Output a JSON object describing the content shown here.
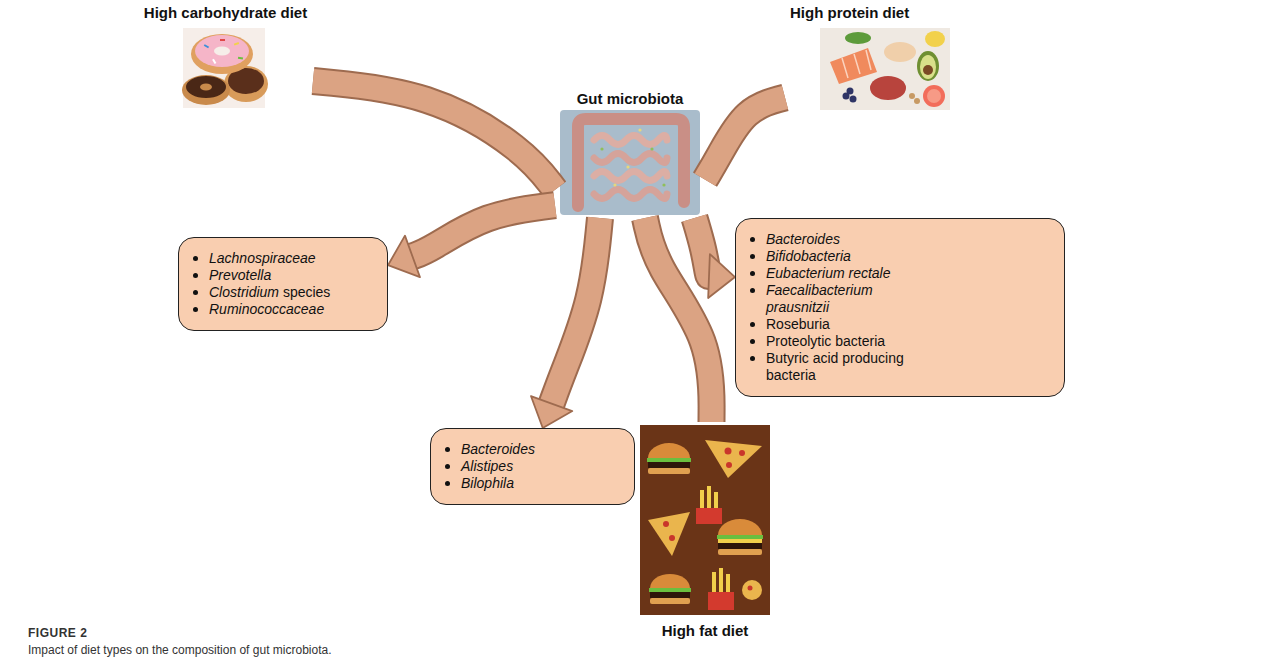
{
  "diagram": {
    "caption": "Impact of diet types on the composition of gut microbiota.",
    "nodes": [
      {
        "text": [
          "High carbohydrate diet"
        ]
      },
      {
        "text": [
          "High protein diet"
        ]
      },
      {
        "text": [
          "Gut microbiota"
        ]
      },
      {
        "text": [
          "Lachnospiraceae",
          "Prevotella",
          "Clostridium species",
          "Ruminococcaceae"
        ]
      },
      {
        "text": [
          "Bacteroides",
          "Bifidobacteria",
          "Eubacterium rectale",
          "Faecalibacterium prausnitzii",
          "Roseburia",
          "Proteolytic bacteria",
          "Butyric acid producing bacteria"
        ]
      },
      {
        "text": [
          "Bacteroides",
          "Alistipes",
          "Bilophila"
        ]
      },
      {
        "text": [
          "High fat diet"
        ]
      }
    ],
    "edges": [
      {
        "from": 0,
        "to": 2,
        "arrow": "none"
      },
      {
        "from": 2,
        "to": 3,
        "arrow": "to"
      },
      {
        "from": 1,
        "to": 2,
        "arrow": "none"
      },
      {
        "from": 2,
        "to": 4,
        "arrow": "to"
      },
      {
        "from": 6,
        "to": 2,
        "arrow": "none"
      },
      {
        "from": 2,
        "to": 5,
        "arrow": "to"
      }
    ],
    "labels": [
      "FIGURE 2"
    ]
  }
}
